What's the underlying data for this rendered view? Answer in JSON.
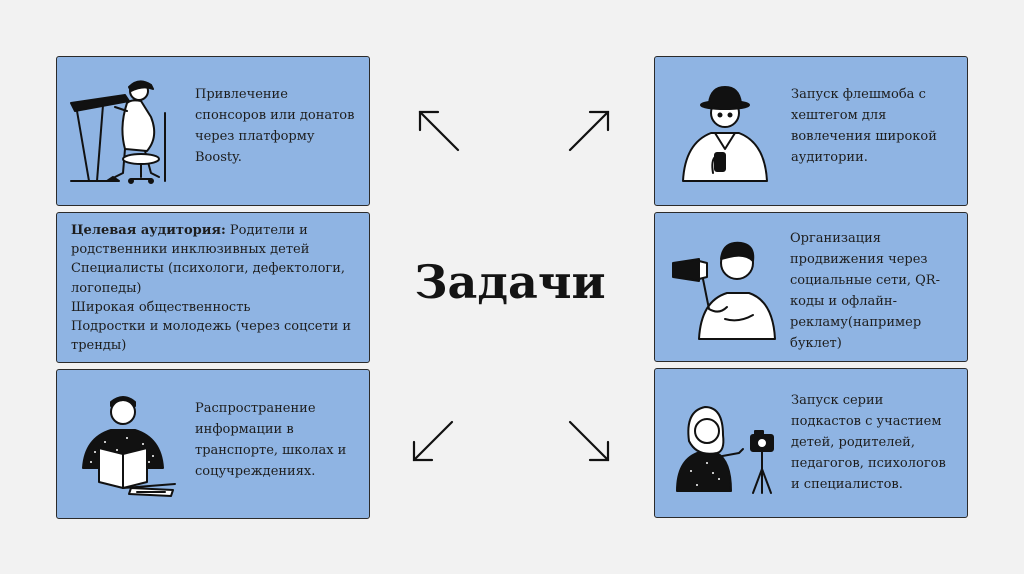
{
  "title": "Задачи",
  "colors": {
    "card_bg": "#8fb4e3",
    "card_border": "#2b2b2b",
    "background": "#f2f2f2",
    "text": "#1d1d1d"
  },
  "cards": {
    "sponsors": {
      "text": "Привлечение спонсоров или донатов через платформу Boosty.",
      "illustration": "designer-at-drafting-table-icon"
    },
    "audience": {
      "heading": "Целевая аудитория:",
      "lines": [
        "Родители и",
        "родственники инклюзивных детей",
        "Специалисты (психологи, дефектологи,",
        "логопеды)",
        "Широкая общественность",
        "Подростки и молодежь (через соцсети и",
        "тренды)"
      ]
    },
    "info": {
      "text": "Распространение информации в транспорте, школах и соцучреждениях.",
      "illustration": "man-reading-book-icon"
    },
    "flashmob": {
      "text": "Запуск флешмоба с хештегом для вовлечения широкой аудитории.",
      "illustration": "man-with-phone-icon"
    },
    "promotion": {
      "text": "Организация продвижения через социальные сети, QR-коды и офлайн-рекламу(например буклет)",
      "illustration": "man-with-megaphone-icon"
    },
    "podcasts": {
      "text": "Запуск серии подкастов с участием детей, родителей, педагогов, психологов и специалистов.",
      "illustration": "woman-with-camera-icon"
    }
  },
  "arrows": [
    "arrow-up-left-icon",
    "arrow-up-right-icon",
    "arrow-down-left-icon",
    "arrow-down-right-icon"
  ]
}
